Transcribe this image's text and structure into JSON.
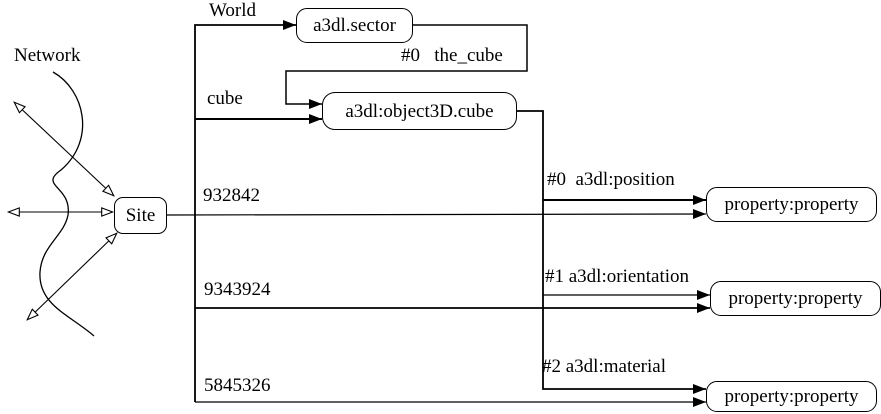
{
  "colors": {
    "background": "#ffffff",
    "line": "#000000",
    "node_fill": "#ffffff",
    "text": "#000000"
  },
  "nodes": {
    "site": {
      "label": "Site"
    },
    "sector": {
      "label": "a3dl.sector"
    },
    "object3d": {
      "label": "a3dl:object3D.cube"
    },
    "prop1": {
      "label": "property:property"
    },
    "prop2": {
      "label": "property:property"
    },
    "prop3": {
      "label": "property:property"
    }
  },
  "labels": {
    "network": "Network",
    "world": "World",
    "cube": "cube",
    "the_cube": "#0   the_cube",
    "num1": "932842",
    "num2": "9343924",
    "num3": "5845326",
    "edge0": "#0  a3dl:position",
    "edge1": "#1 a3dl:orientation",
    "edge2": "#2 a3dl:material"
  }
}
